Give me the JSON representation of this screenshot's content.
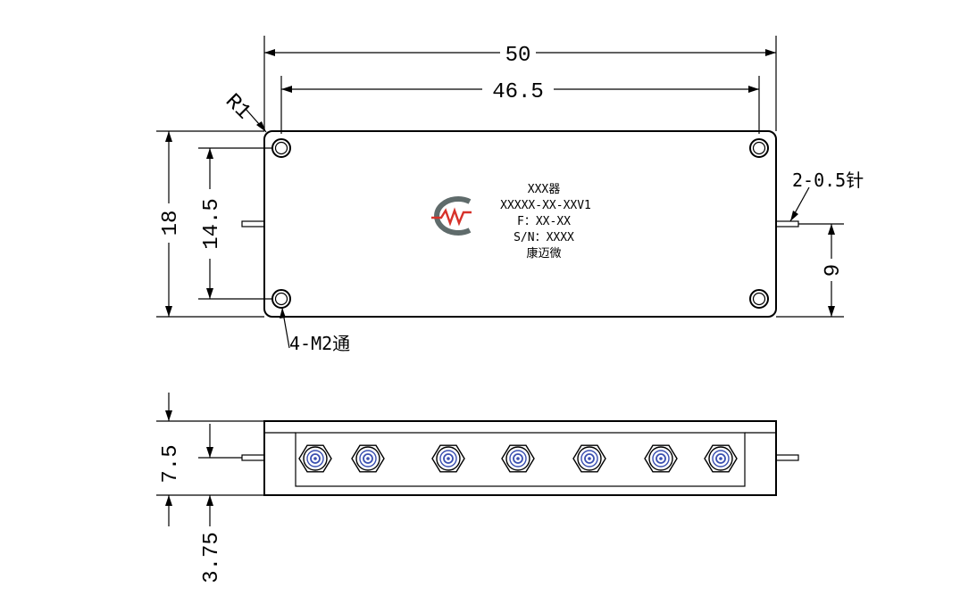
{
  "dimensions": {
    "overall_length": "50",
    "hole_spacing_length": "46.5",
    "corner_radius": "R1",
    "overall_height": "18",
    "hole_spacing_height": "14.5",
    "pin_offset": "9",
    "thickness": "7.5",
    "pin_height": "3.75"
  },
  "callouts": {
    "pins": "2-0.5针",
    "mounting_holes": "4-M2通"
  },
  "label": {
    "line1": "XXX器",
    "line2": "XXXXX-XX-XXV1",
    "line3": "F：XX-XX",
    "line4": "S/N：XXXX",
    "line5": "康迈微"
  },
  "connector_count": 7,
  "colors": {
    "logo_gray": "#5f6b6b",
    "logo_red": "#d7322a",
    "connector_blue": "#3a4fb0"
  }
}
